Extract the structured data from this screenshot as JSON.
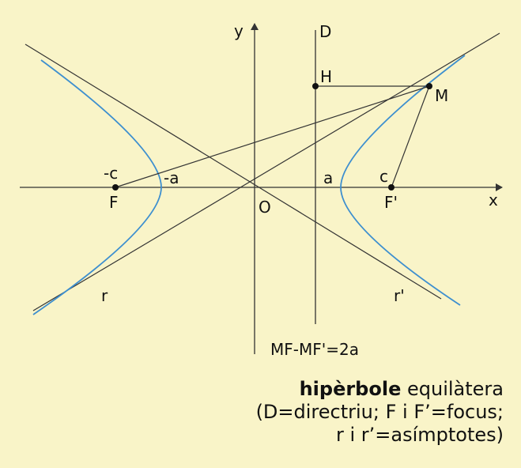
{
  "labels": {
    "y": "y",
    "D": "D",
    "H": "H",
    "M": "M",
    "minus_c": "-c",
    "minus_a": "-a",
    "a": "a",
    "c": "c",
    "x": "x",
    "F": "F",
    "O": "O",
    "F_prime": "F'",
    "r": "r",
    "r_prime": "r'",
    "relation": "MF-MF'=2a"
  },
  "caption": {
    "title_bold": "hipèrbole",
    "title_rest": " equilàtera",
    "line2": "(D=directriu; F i F’=focus;",
    "line3": "r i r’=asímptotes)"
  },
  "colors": {
    "background": "#f9f4c8",
    "curve": "#3d8fcf",
    "lines": "#333333"
  }
}
